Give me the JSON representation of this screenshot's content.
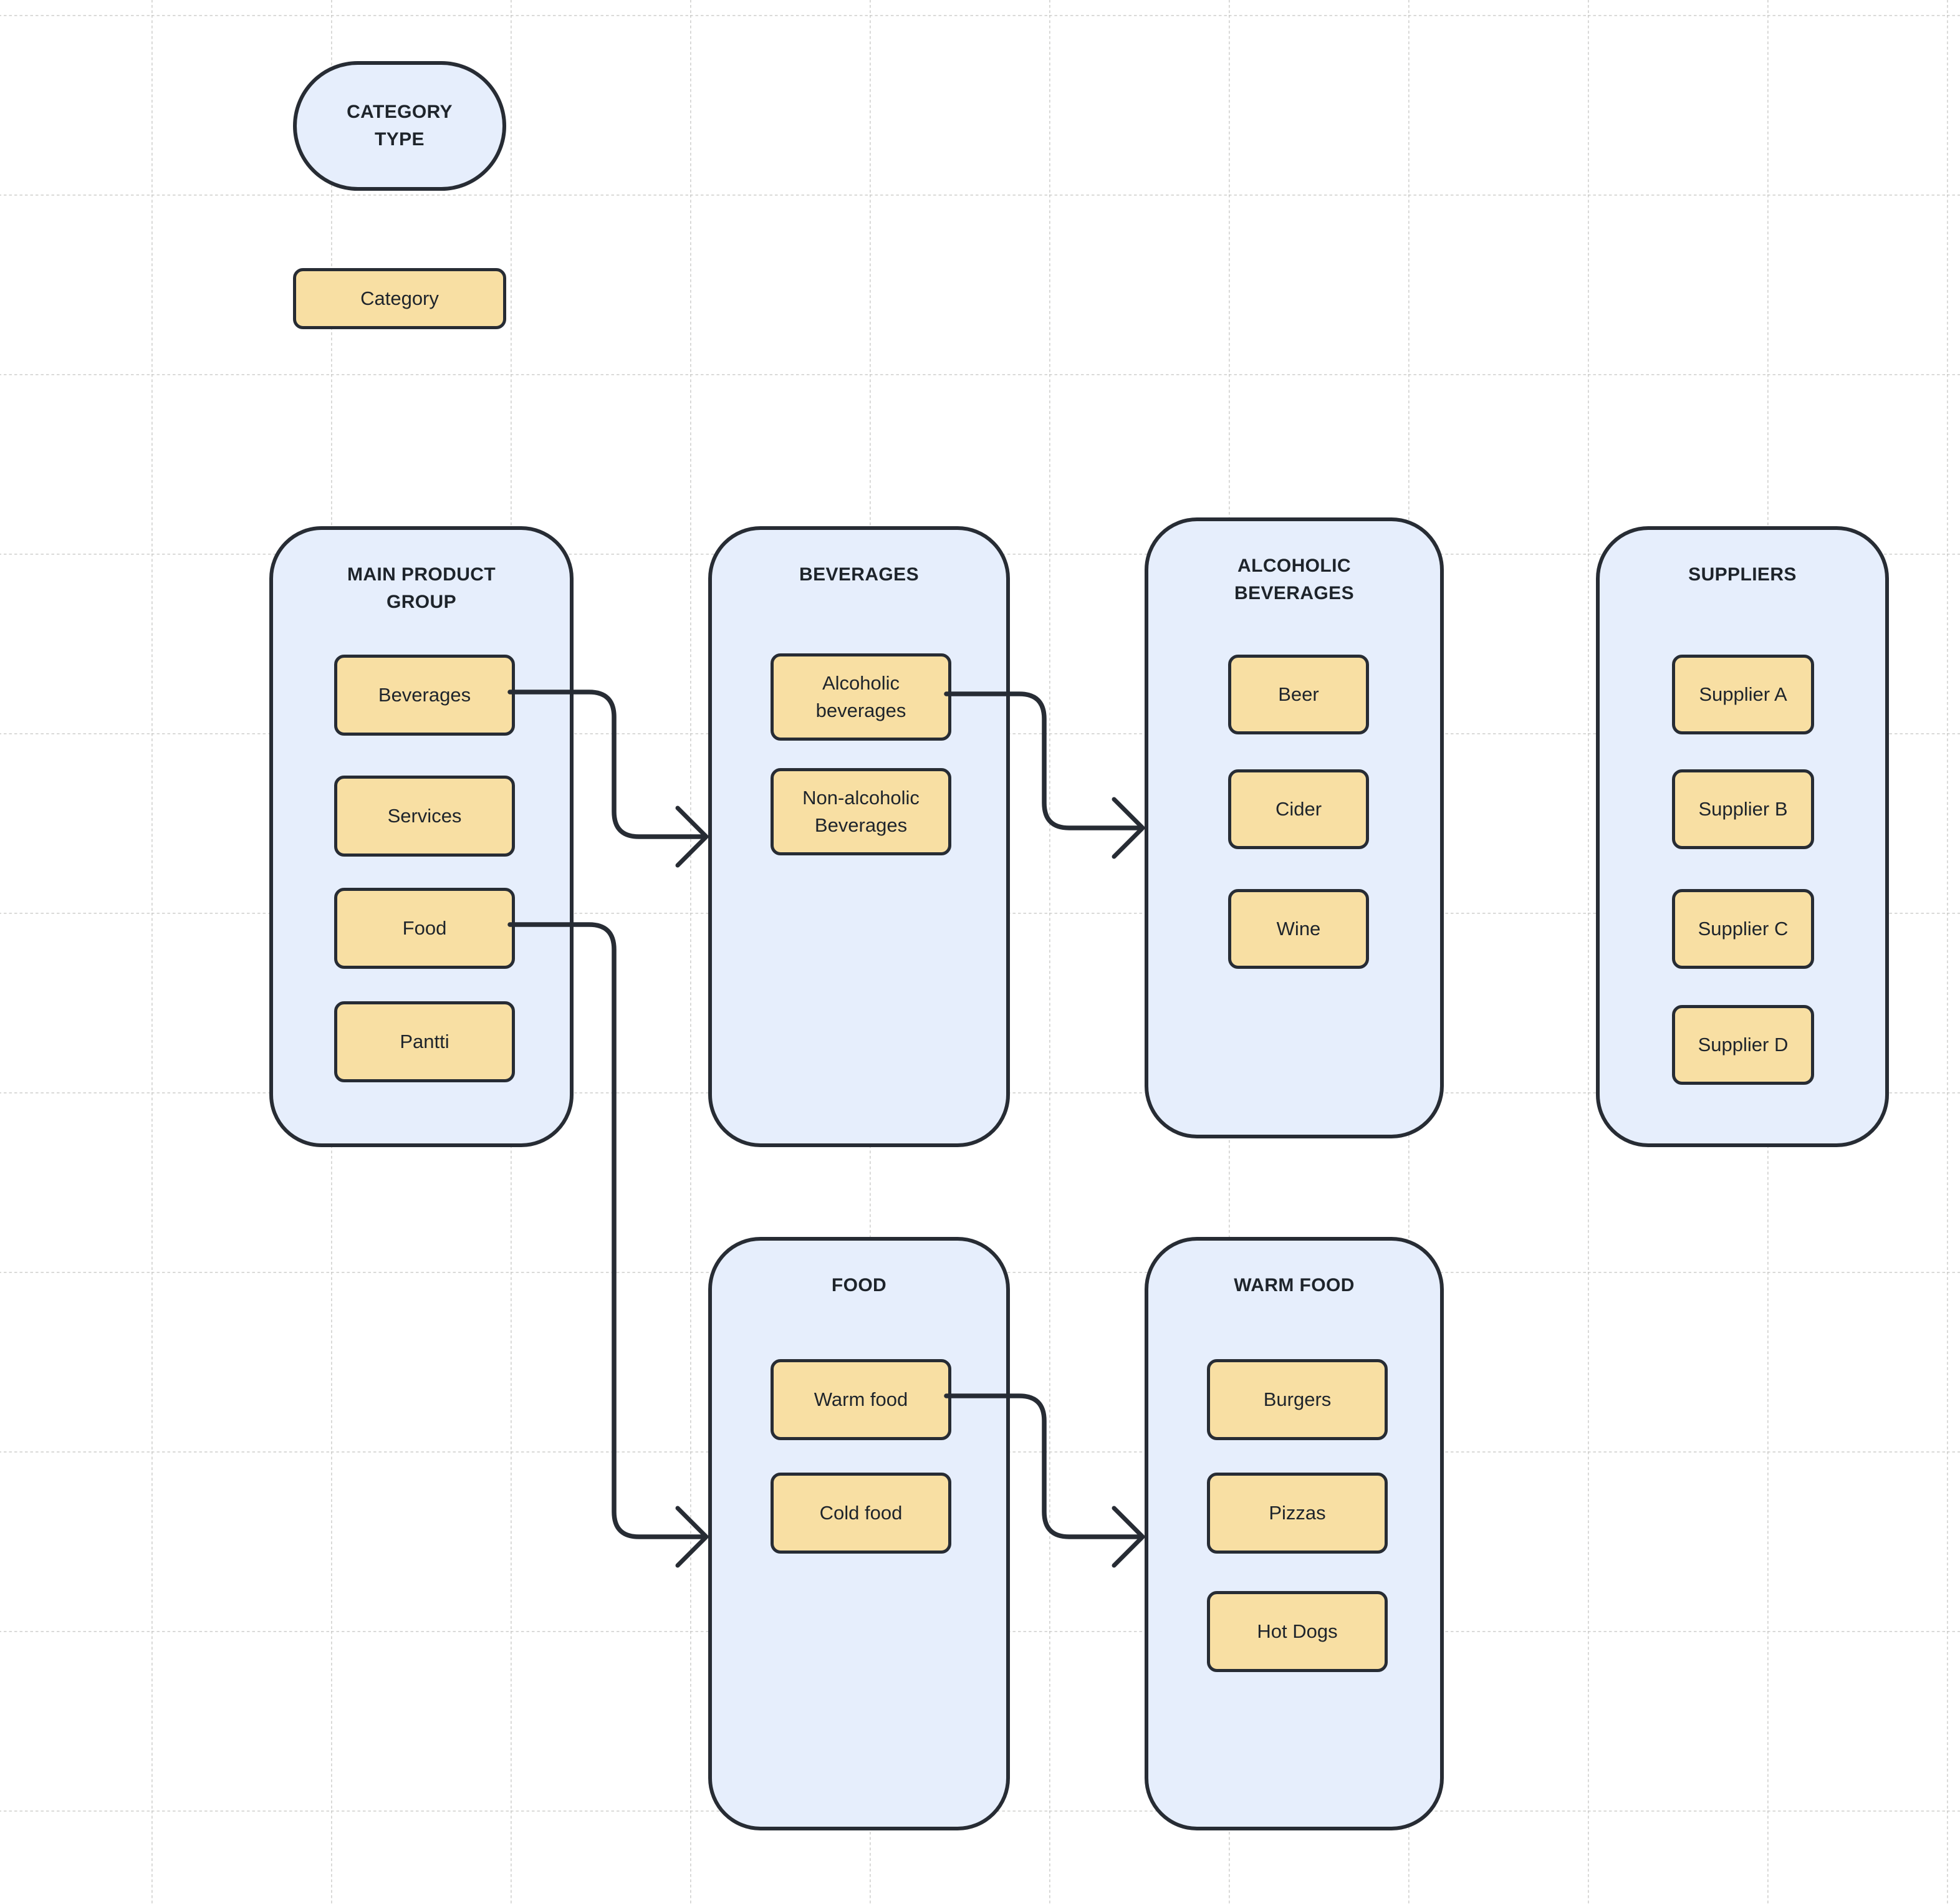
{
  "colors": {
    "container_fill": "#e6eefc",
    "box_fill": "#f8dfa3",
    "stroke": "#272c34",
    "text": "#1e242b",
    "grid": "#c9c9c7",
    "background": "#ffffff"
  },
  "legend": {
    "category_type_label": "CATEGORY TYPE",
    "category_label": "Category"
  },
  "containers": [
    {
      "id": "main-product-group",
      "title": "MAIN PRODUCT GROUP",
      "items": [
        "Beverages",
        "Services",
        "Food",
        "Pantti"
      ]
    },
    {
      "id": "beverages",
      "title": "BEVERAGES",
      "items": [
        "Alcoholic beverages",
        "Non-alcoholic Beverages"
      ]
    },
    {
      "id": "alcoholic-beverages",
      "title": "ALCOHOLIC BEVERAGES",
      "items": [
        "Beer",
        "Cider",
        "Wine"
      ]
    },
    {
      "id": "suppliers",
      "title": "SUPPLIERS",
      "items": [
        "Supplier A",
        "Supplier B",
        "Supplier C",
        "Supplier D"
      ]
    },
    {
      "id": "food",
      "title": "FOOD",
      "items": [
        "Warm food",
        "Cold food"
      ]
    },
    {
      "id": "warm-food",
      "title": "WARM FOOD",
      "items": [
        "Burgers",
        "Pizzas",
        "Hot Dogs"
      ]
    }
  ],
  "connections": [
    {
      "from": "Beverages",
      "to": "BEVERAGES"
    },
    {
      "from": "Alcoholic beverages",
      "to": "ALCOHOLIC BEVERAGES"
    },
    {
      "from": "Food",
      "to": "FOOD"
    },
    {
      "from": "Warm food",
      "to": "WARM FOOD"
    }
  ]
}
